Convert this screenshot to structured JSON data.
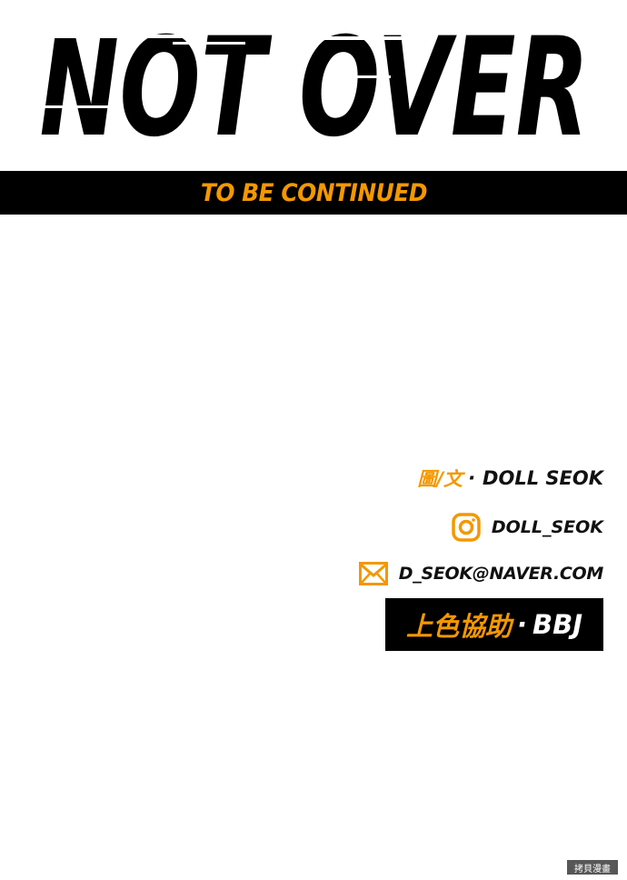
{
  "title": "NOT OVER",
  "banner": {
    "text": "TO BE CONTINUED"
  },
  "credits": {
    "author_label": "圖/文",
    "separator": "·",
    "author_name": "DOLL SEOK",
    "instagram_handle": "DOLL_SEOK",
    "email": "D_SEOK@NAVER.COM",
    "coloring_label": "上色協助",
    "coloring_separator": "·",
    "coloring_name": "BBJ"
  },
  "watermark": "拷貝漫畫",
  "colors": {
    "accent": "#f39800",
    "text": "#111111",
    "bar": "#000000"
  },
  "icons": {
    "instagram": "instagram-icon",
    "email": "envelope-icon"
  }
}
